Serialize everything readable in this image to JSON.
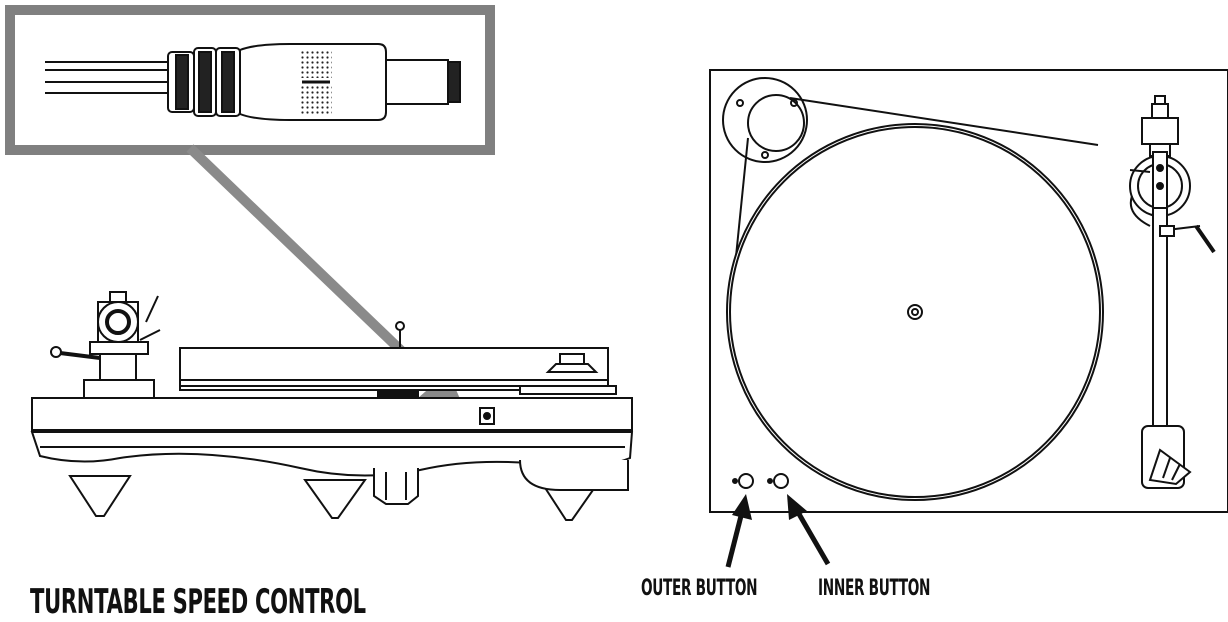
{
  "labels": {
    "title": "TURNTABLE SPEED CONTROL",
    "outer_button": "OUTER BUTTON",
    "inner_button": "INNER BUTTON"
  },
  "colors": {
    "line": "#111111",
    "callout_frame": "#808080",
    "callout_arrow": "#8a8a8a",
    "background": "#ffffff"
  },
  "icons": [
    "power-connector",
    "callout-arrow",
    "pointer-arrow"
  ]
}
